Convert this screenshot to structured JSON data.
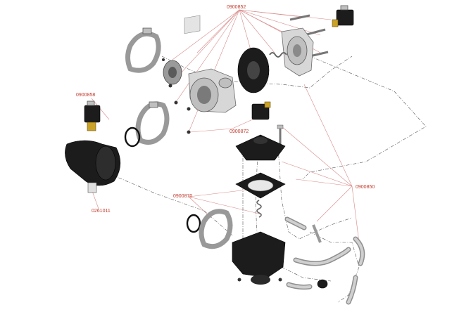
{
  "callouts": {
    "top": "0900852",
    "left_solenoid": "0900858",
    "middle": "0900872",
    "lower_left": "0900870",
    "right": "0900850",
    "bottom_left": "0261011"
  },
  "colors": {
    "callout_text": "#c0392b",
    "leader_line": "#d98a8a",
    "part_dark": "#1c1c1c",
    "part_metal": "#d7d7d7",
    "brass": "#c9a227"
  }
}
